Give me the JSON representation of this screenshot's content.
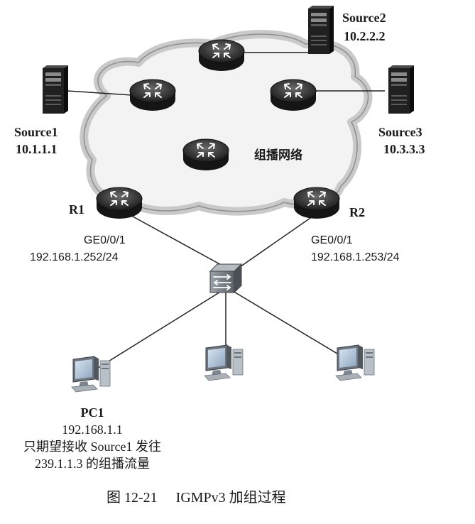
{
  "diagram": {
    "sources": [
      {
        "name": "Source1",
        "ip": "10.1.1.1"
      },
      {
        "name": "Source2",
        "ip": "10.2.2.2"
      },
      {
        "name": "Source3",
        "ip": "10.3.3.3"
      }
    ],
    "cloud_label": "组播网络",
    "routers": [
      {
        "name": "R1",
        "interface": "GE0/0/1",
        "ip": "192.168.1.252/24"
      },
      {
        "name": "R2",
        "interface": "GE0/0/1",
        "ip": "192.168.1.253/24"
      }
    ],
    "pc1": {
      "name": "PC1",
      "ip": "192.168.1.1",
      "note_line1": "只期望接收 Source1 发往",
      "note_line2": "239.1.1.3 的组播流量"
    }
  },
  "caption": {
    "number": "图 12-21",
    "text": "IGMPv3 加组过程"
  }
}
